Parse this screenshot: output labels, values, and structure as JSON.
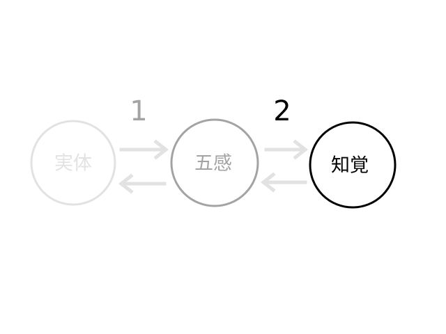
{
  "nodes": [
    {
      "id": "substance",
      "label": "実体",
      "color": "#e2e2e2"
    },
    {
      "id": "senses",
      "label": "五感",
      "color": "#a3a3a3"
    },
    {
      "id": "perception",
      "label": "知覚",
      "color": "#000000"
    }
  ],
  "steps": [
    {
      "label": "1",
      "color": "#a3a3a3"
    },
    {
      "label": "2",
      "color": "#000000"
    }
  ],
  "arrows": {
    "first_pair_color": "#e2e2e2",
    "second_pair_color": "#e2e2e2"
  }
}
